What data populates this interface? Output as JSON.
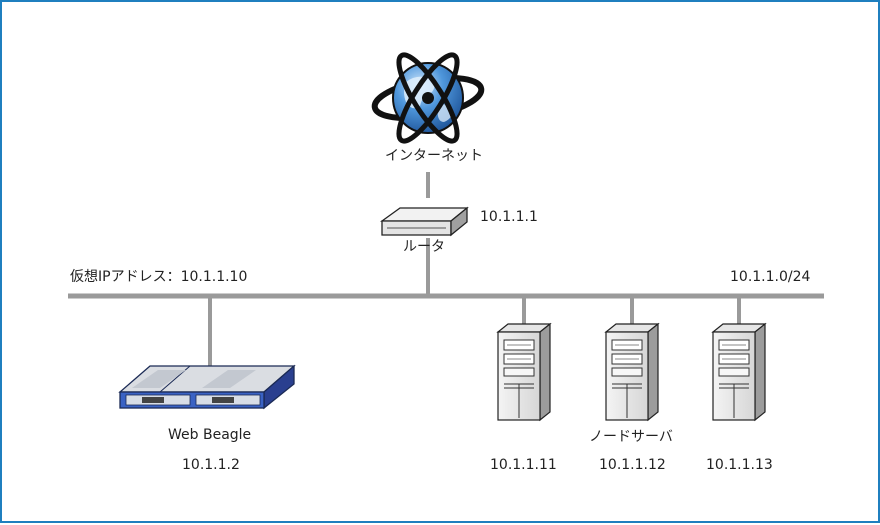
{
  "internet": {
    "label": "インターネット"
  },
  "router": {
    "label": "ルータ",
    "ip": "10.1.1.1"
  },
  "lan": {
    "virtual_ip_label": "仮想IPアドレス：10.1.1.10",
    "subnet": "10.1.1.0/24"
  },
  "web_beagle": {
    "label": "Web Beagle",
    "ip": "10.1.1.2"
  },
  "node_servers": {
    "label": "ノードサーバ",
    "items": [
      {
        "ip": "10.1.1.11"
      },
      {
        "ip": "10.1.1.12"
      },
      {
        "ip": "10.1.1.13"
      }
    ]
  },
  "colors": {
    "border": "#1f7fbf",
    "line": "#9a9a9a",
    "globe": "#2f7fcf",
    "beagle": "#3a62c4"
  },
  "icons": [
    "globe-icon",
    "router-icon",
    "web-beagle-icon",
    "server-icon"
  ]
}
